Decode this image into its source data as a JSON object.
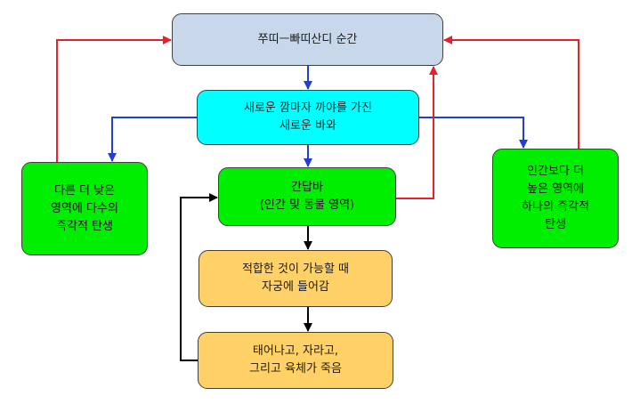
{
  "nodes": {
    "top": "쭈띠ㅡ빠띠산디 순간",
    "cyan": "새로운 깜마자 까야를 가진\n새로운 바와",
    "mid": "간답바\n(인간 및 동물 영역)",
    "left": "다른 더 낮은\n영역에 다수의\n즉각적 탄생",
    "right": "인간보다 더\n높은 영역에\n하나의 즉각적\n탄생",
    "womb": "적합한 것이 가능할 때\n자궁에 들어감",
    "born": "태어나고, 자라고,\n그리고 육체가 죽음"
  },
  "colors": {
    "top_box": "#c8d8ea",
    "cyan_box": "#00ffff",
    "green_box": "#00ee00",
    "yellow_box": "#ffd166",
    "arrow_blue": "#1f3fd6",
    "arrow_red": "#e8202a",
    "arrow_black": "#000000"
  }
}
